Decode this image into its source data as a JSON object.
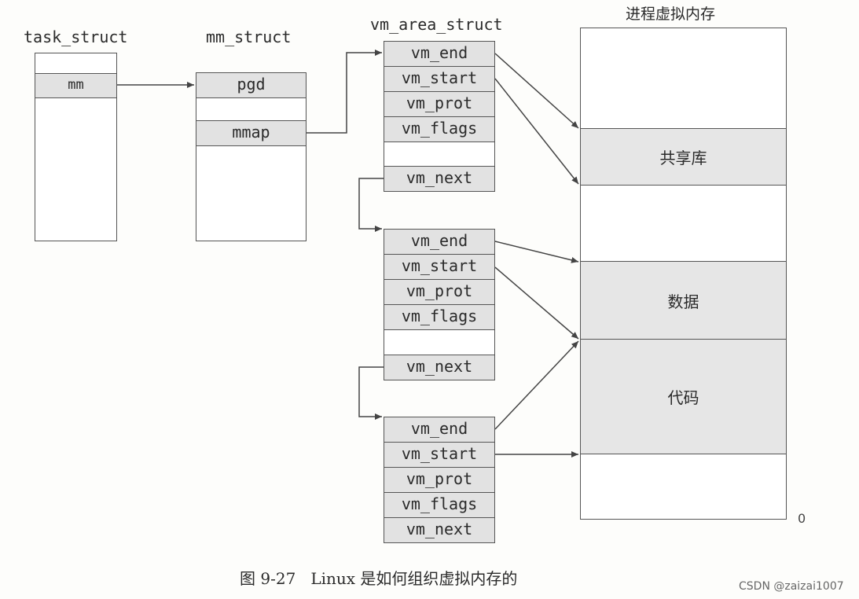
{
  "labels": {
    "task_struct": "task_struct",
    "mm_struct": "mm_struct",
    "vm_area_struct": "vm_area_struct",
    "process_vm": "进程虚拟内存",
    "zero": "0"
  },
  "task_struct": {
    "mm": "mm"
  },
  "mm_struct": {
    "pgd": "pgd",
    "mmap": "mmap"
  },
  "vm_area_1": {
    "end": "vm_end",
    "start": "vm_start",
    "prot": "vm_prot",
    "flags": "vm_flags",
    "next": "vm_next"
  },
  "vm_area_2": {
    "end": "vm_end",
    "start": "vm_start",
    "prot": "vm_prot",
    "flags": "vm_flags",
    "next": "vm_next"
  },
  "vm_area_3": {
    "end": "vm_end",
    "start": "vm_start",
    "prot": "vm_prot",
    "flags": "vm_flags",
    "next": "vm_next"
  },
  "regions": {
    "shared_lib": "共享库",
    "data": "数据",
    "code": "代码"
  },
  "caption": "图 9-27   Linux 是如何组织虚拟内存的",
  "watermark": "CSDN @zaizai1007"
}
